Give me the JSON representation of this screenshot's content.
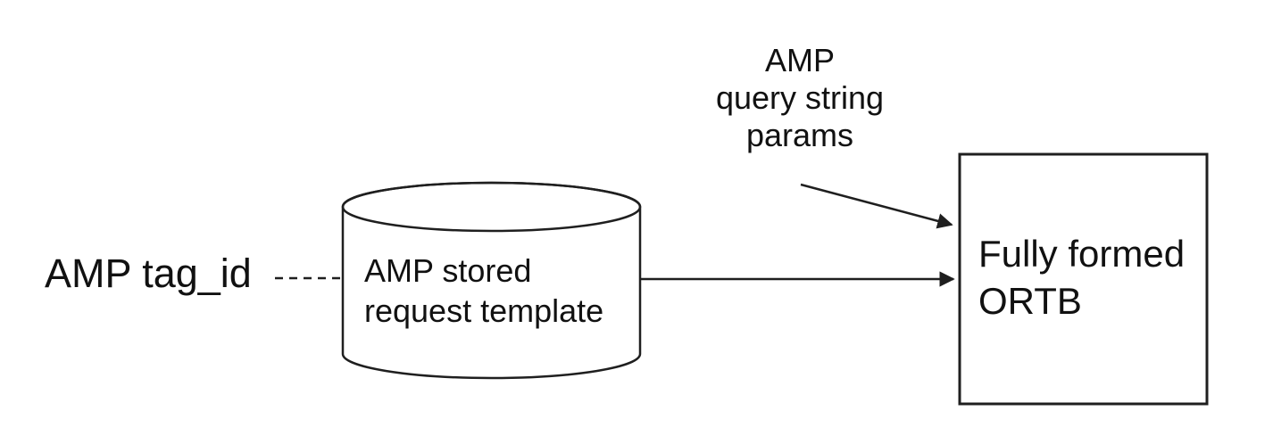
{
  "title": "AMP stored request to ORTB flow diagram",
  "colors": {
    "background": "#ffffff",
    "cylinder_body_fill": "#fceecd",
    "cylinder_top_fill": "#fdf3dc",
    "ortb_box_fill": "#dce8d4",
    "line_stroke": "#1f1f1f",
    "text": "#111111"
  },
  "labels": {
    "amp_tag_id": "AMP tag_id",
    "cylinder_line1": "AMP stored",
    "cylinder_line2": "request template",
    "query_params_line1": "AMP",
    "query_params_line2": "query string",
    "query_params_line3": "params",
    "ortb_line1": "Fully formed",
    "ortb_line2": "ORTB"
  },
  "connectors": [
    {
      "from": "amp-tag-id-label",
      "to": "stored-request-cylinder",
      "style": "dashed",
      "arrowhead": false
    },
    {
      "from": "stored-request-cylinder",
      "to": "ortb-box",
      "style": "solid",
      "arrowhead": true
    },
    {
      "from": "query-params-label",
      "to": "ortb-box",
      "style": "solid",
      "arrowhead": true
    }
  ]
}
